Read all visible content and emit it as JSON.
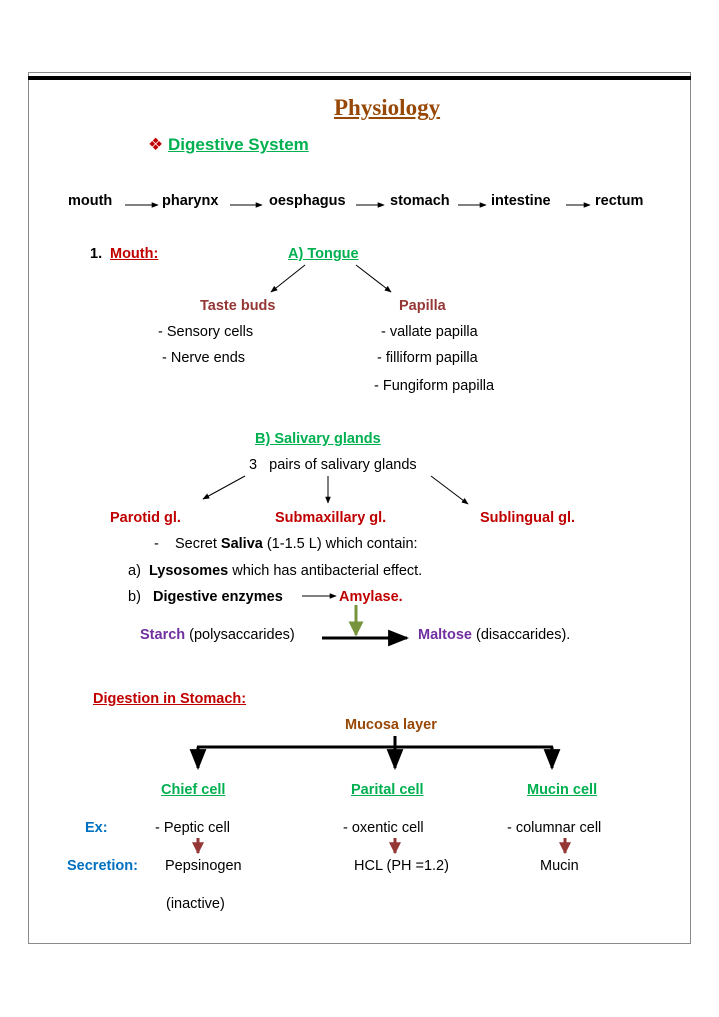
{
  "title": "Physiology",
  "section": {
    "bullet": "❖",
    "label": "Digestive System"
  },
  "pathway": [
    "mouth",
    "pharynx",
    "oesphagus",
    "stomach",
    "intestine",
    "rectum"
  ],
  "mouth": {
    "number": "1.",
    "label": "Mouth:",
    "tongue": {
      "heading": "A) Tongue",
      "taste_buds": {
        "title": "Taste buds",
        "items": [
          "-  Sensory cells",
          "- Nerve ends"
        ]
      },
      "papilla": {
        "title": "Papilla",
        "items": [
          "- vallate papilla",
          "- filliform papilla",
          "-  Fungiform papilla"
        ]
      }
    },
    "salivary": {
      "heading": "B) Salivary glands",
      "count_num": "3",
      "count_text": "pairs of salivary glands",
      "glands": [
        "Parotid gl.",
        "Submaxillary gl.",
        "Sublingual gl."
      ],
      "secrete": {
        "dash": "-",
        "pre": "Secret ",
        "bold": "Saliva",
        "post": " (1-1.5 L) which contain:"
      },
      "item_a": {
        "marker": "a)",
        "bold": "Lysosomes",
        "rest": " which has antibacterial effect."
      },
      "item_b": {
        "marker": "b)",
        "bold": "Digestive enzymes",
        "enzyme": "Amylase."
      },
      "reaction": {
        "substrate": "Starch",
        "substrate_note": " (polysaccarides)",
        "product": "Maltose",
        "product_note": " (disaccarides)."
      }
    }
  },
  "stomach": {
    "heading": "Digestion in Stomach:",
    "layer": "Mucosa layer",
    "ex_label": "Ex:",
    "secretion_label": "Secretion:",
    "cells": [
      {
        "name": "Chief cell ",
        "example": "- Peptic cell",
        "secretion": "Pepsinogen",
        "note": "(inactive)"
      },
      {
        "name": "Parital cell",
        "example": "- oxentic cell",
        "secretion": "HCL (PH =1.2)"
      },
      {
        "name": "Mucin cell",
        "example": "- columnar cell",
        "secretion": "Mucin"
      }
    ]
  },
  "colors": {
    "title": "#984806",
    "section": "#00b050",
    "red": "#c00000",
    "maroon": "#953735",
    "purple": "#7030a0",
    "blue": "#0070c0",
    "enzyme_arrow": "#77933c"
  }
}
